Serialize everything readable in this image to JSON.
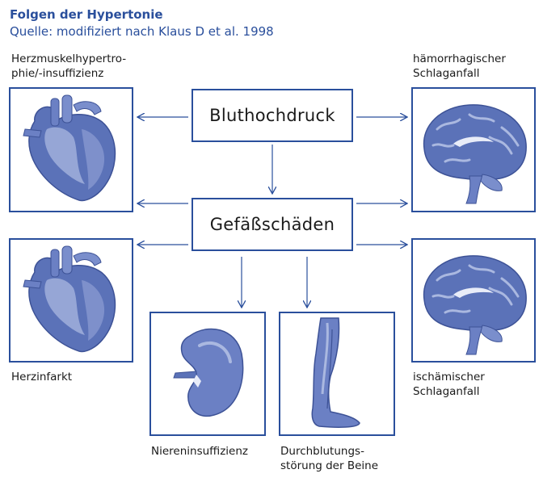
{
  "header": {
    "title": "Folgen der Hypertonie",
    "subtitle": "Quelle: modifiziert nach Klaus D et al. 1998"
  },
  "nodes": {
    "bluthochdruck": "Bluthochdruck",
    "gefaessschaeden": "Gefäßschäden"
  },
  "labels": {
    "herzmuskel_line1": "Herzmuskelhypertro-",
    "herzmuskel_line2": "phie/-insuffizienz",
    "haemorrhagisch_line1": "hämorrhagischer",
    "haemorrhagisch_line2": "Schlaganfall",
    "herzinfarkt": "Herzinfarkt",
    "ischaemisch_line1": "ischämischer",
    "ischaemisch_line2": "Schlaganfall",
    "niere": "Niereninsuffizienz",
    "durchblutung_line1": "Durchblutungs-",
    "durchblutung_line2": "störung der Beine"
  },
  "colors": {
    "accent": "#2a4f9c",
    "illustration": "#5b72b8",
    "illustration_light": "#aab8e0"
  },
  "icons": [
    "heart-illustration",
    "brain-illustration",
    "kidney-illustration",
    "leg-illustration"
  ]
}
